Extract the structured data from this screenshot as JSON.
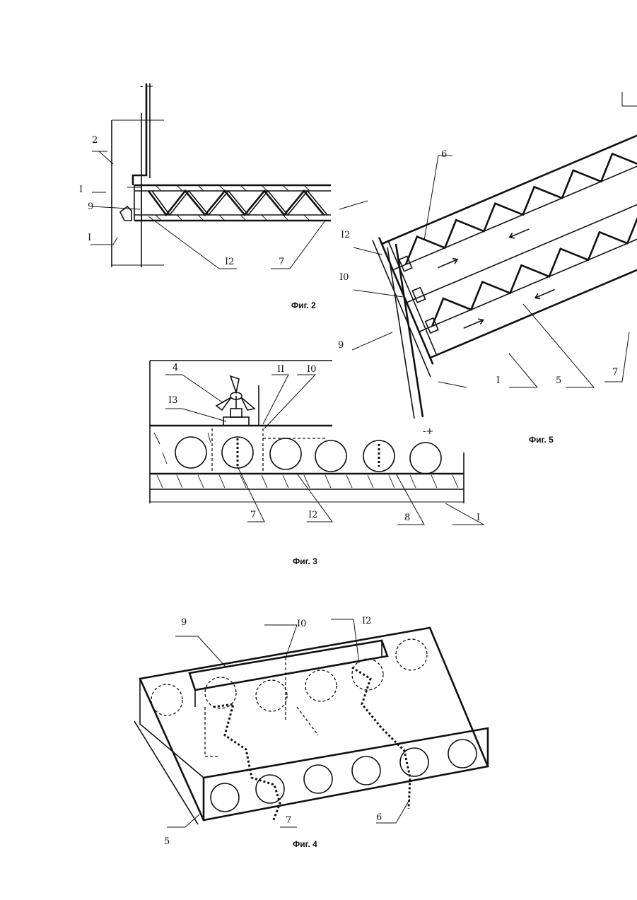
{
  "figures": {
    "fig2": {
      "caption": "Фиг. 2",
      "polarity": "- +",
      "labels": [
        "2",
        "I",
        "9",
        "I",
        "I2",
        "7"
      ]
    },
    "fig3": {
      "caption": "Фиг. 3",
      "labels": [
        "4",
        "II",
        "I0",
        "I3",
        "7",
        "I2",
        "8",
        "I"
      ]
    },
    "fig4": {
      "caption": "Фиг. 4",
      "labels": [
        "9",
        "I0",
        "I2",
        "5",
        "7",
        "6"
      ]
    },
    "fig5": {
      "caption": "Фиг. 5",
      "labels": [
        "6",
        "I2",
        "I0",
        "9",
        "I",
        "5",
        "7"
      ],
      "polarity": "-+"
    }
  }
}
